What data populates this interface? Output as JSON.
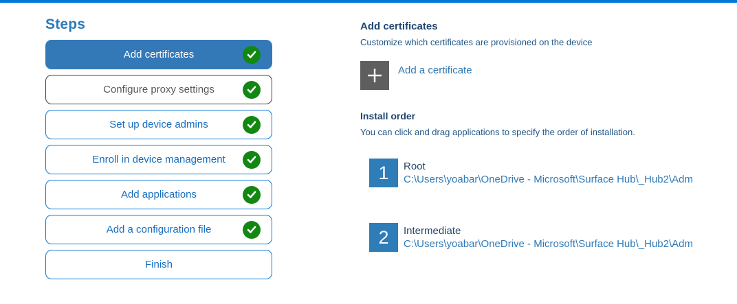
{
  "colors": {
    "accent": "#0078d7",
    "steps_title": "#2b7bb9",
    "active_step": "#3379b8",
    "step_border": "#0f7ad1",
    "step_text": "#176dbe",
    "check_green": "#128712",
    "tile_gray": "#5e5e5e",
    "tile_blue": "#2e7cb8",
    "heading_navy": "#1f4670",
    "body_navy": "#215687",
    "link_blue": "#2d77b2",
    "item_name_navy": "#24476b",
    "path_blue": "#3079b5"
  },
  "steps_panel": {
    "title": "Steps",
    "items": [
      {
        "label": "Add certificates",
        "state": "active",
        "checked": true
      },
      {
        "label": "Configure proxy settings",
        "state": "visited",
        "checked": true
      },
      {
        "label": "Set up device admins",
        "state": "normal",
        "checked": true
      },
      {
        "label": "Enroll in device management",
        "state": "normal",
        "checked": true
      },
      {
        "label": "Add applications",
        "state": "normal",
        "checked": true
      },
      {
        "label": "Add a configuration file",
        "state": "normal",
        "checked": true
      },
      {
        "label": "Finish",
        "state": "normal",
        "checked": false
      }
    ]
  },
  "content": {
    "title": "Add certificates",
    "subtitle": "Customize which certificates are provisioned on the device",
    "add_button": {
      "label": "Add a certificate",
      "icon": "plus-icon"
    },
    "install_order": {
      "title": "Install order",
      "subtitle": "You can click and drag applications to specify the order of installation.",
      "items": [
        {
          "number": "1",
          "name": "Root",
          "path": "C:\\Users\\yoabar\\OneDrive - Microsoft\\Surface Hub\\_Hub2\\Adm"
        },
        {
          "number": "2",
          "name": "Intermediate",
          "path": "C:\\Users\\yoabar\\OneDrive - Microsoft\\Surface Hub\\_Hub2\\Adm"
        }
      ]
    }
  }
}
